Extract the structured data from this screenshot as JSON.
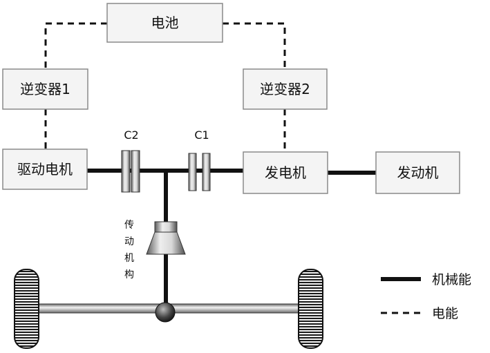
{
  "boxes": {
    "battery": "电池",
    "inverter1": "逆变器1",
    "inverter2": "逆变器2",
    "drive_motor": "驱动电机",
    "generator": "发电机",
    "engine": "发动机"
  },
  "clutches": {
    "c1": "C1",
    "c2": "C2"
  },
  "transmission": {
    "chars": [
      "传",
      "动",
      "机",
      "构"
    ]
  },
  "legend": {
    "mechanical": "机械能",
    "electrical": "电能"
  },
  "colors": {
    "line": "#111111",
    "box_fill": "#f4f4f4",
    "box_stroke": "#8a8a8a",
    "metal_dark": "#555555",
    "metal_light": "#e6e6e6"
  }
}
